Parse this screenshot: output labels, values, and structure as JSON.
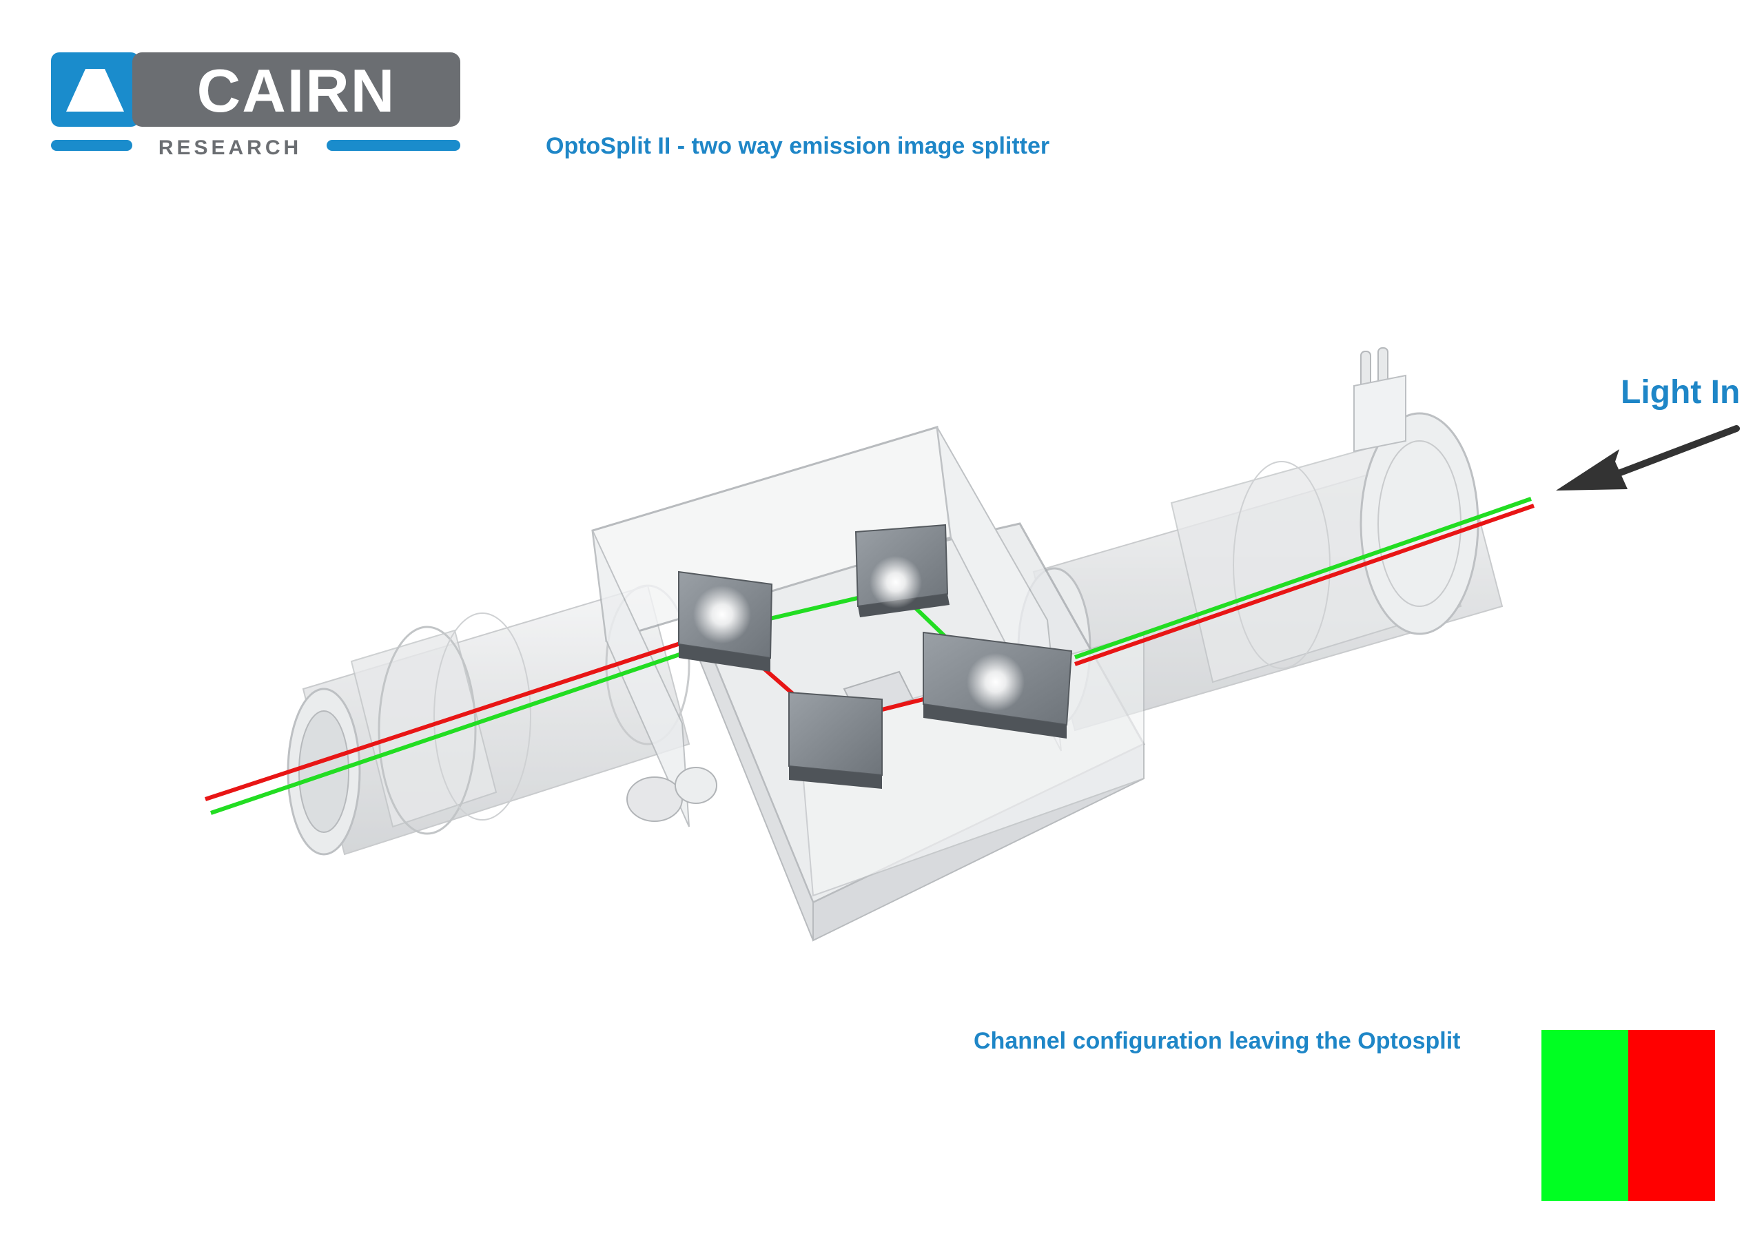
{
  "logo": {
    "wordmark": "CAIRN",
    "subline": "RESEARCH"
  },
  "title": "OptoSplit II - two way emission image splitter",
  "light_in_label": "Light In",
  "channel_caption": "Channel configuration leaving the Optosplit",
  "channels": [
    {
      "name": "green-channel",
      "color": "#00ff22"
    },
    {
      "name": "red-channel",
      "color": "#ff0000"
    }
  ],
  "colors": {
    "brand_blue": "#1a8ccc",
    "logo_gray": "#6b6e72",
    "text_blue": "#1e86c7",
    "beam_green": "#22dd22",
    "beam_red": "#e81515",
    "arrow": "#333333"
  },
  "icons": {
    "logo_mark": "triangle-logo-icon",
    "arrow": "arrow-left-down-icon",
    "mirror": "mirror-block-icon"
  }
}
